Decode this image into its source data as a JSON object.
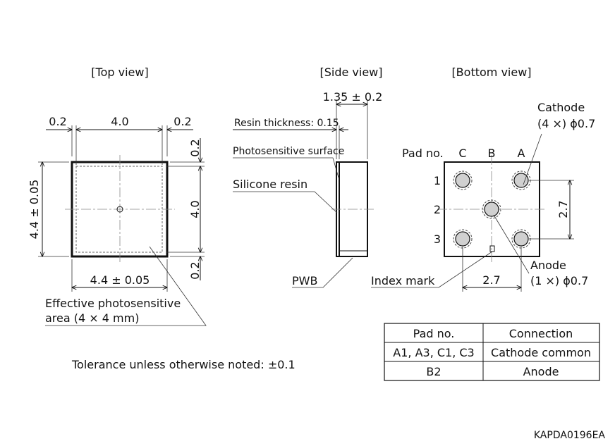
{
  "views": {
    "top_title": "[Top view]",
    "side_title": "[Side view]",
    "bottom_title": "[Bottom view]"
  },
  "top_view": {
    "dim_left_margin": "0.2",
    "dim_width": "4.0",
    "dim_right_margin": "0.2",
    "dim_top_margin": "0.2",
    "dim_height_inner": "4.0",
    "dim_bottom_margin": "0.2",
    "dim_overall_height": "4.4 ± 0.05",
    "dim_overall_width": "4.4 ± 0.05",
    "area_label_line1": "Effective photosensitive",
    "area_label_line2": "area (4 × 4 mm)"
  },
  "side_view": {
    "dim_thickness": "1.35 ± 0.2",
    "resin_thickness": "Resin thickness: 0.15",
    "photosensitive_surface": "Photosensitive surface",
    "silicone_resin": "Silicone resin",
    "pwb": "PWB"
  },
  "bottom_view": {
    "pad_no": "Pad no.",
    "col_c": "C",
    "col_b": "B",
    "col_a": "A",
    "row_1": "1",
    "row_2": "2",
    "row_3": "3",
    "cathode_line1": "Cathode",
    "cathode_line2": "(4 ×) ϕ0.7",
    "anode_line1": "Anode",
    "anode_line2": "(1 ×) ϕ0.7",
    "dim_vertical": "2.7",
    "dim_horizontal": "2.7",
    "index_mark": "Index mark"
  },
  "pad_table": {
    "headers": [
      "Pad no.",
      "Connection"
    ],
    "rows": [
      [
        "A1, A3, C1, C3",
        "Cathode common"
      ],
      [
        "B2",
        "Anode"
      ]
    ]
  },
  "tolerance_note": "Tolerance unless otherwise noted: ±0.1",
  "drawing_code": "KAPDA0196EA"
}
